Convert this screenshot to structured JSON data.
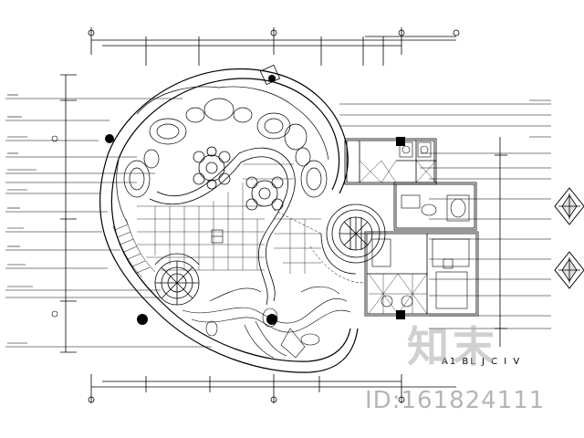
{
  "drawing": {
    "caption": "A1 BL J C I V"
  },
  "watermark": {
    "site": "知末",
    "id_text": "ID:161824111"
  },
  "colors": {
    "line": "#000000",
    "paper": "#ffffff",
    "watermark": "#aaaaaa"
  }
}
